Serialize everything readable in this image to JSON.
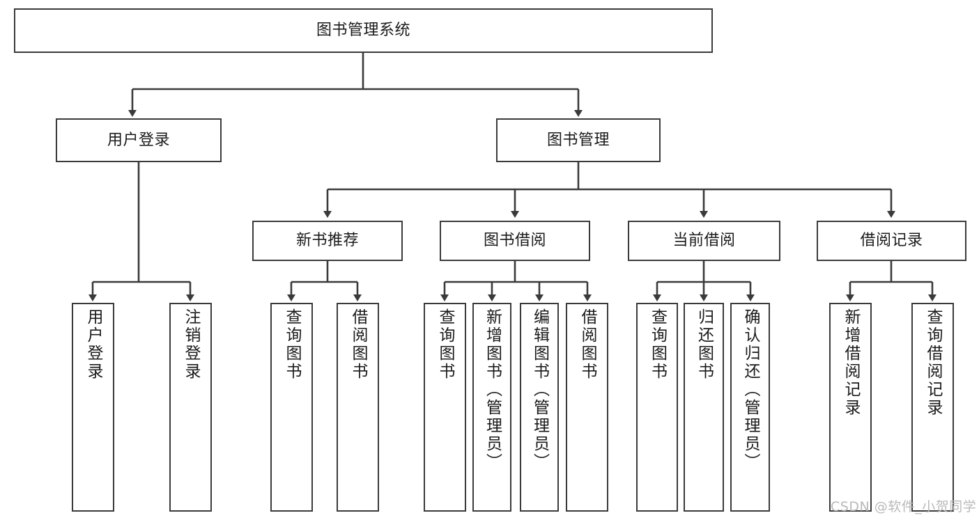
{
  "diagram": {
    "type": "hierarchy-tree",
    "title": "图书管理系统",
    "root": {
      "label": "图书管理系统"
    },
    "level2": [
      {
        "label": "用户登录"
      },
      {
        "label": "图书管理"
      }
    ],
    "level3": [
      {
        "label": "新书推荐"
      },
      {
        "label": "图书借阅"
      },
      {
        "label": "当前借阅"
      },
      {
        "label": "借阅记录"
      }
    ],
    "leaves": {
      "user_login": [
        {
          "label": "用户登录"
        },
        {
          "label": "注销登录"
        }
      ],
      "new_book_recommend": [
        {
          "label": "查询图书"
        },
        {
          "label": "借阅图书"
        }
      ],
      "book_borrow": [
        {
          "label": "查询图书"
        },
        {
          "label": "新增图书（管理员）"
        },
        {
          "label": "编辑图书（管理员）"
        },
        {
          "label": "借阅图书"
        }
      ],
      "current_borrow": [
        {
          "label": "查询图书"
        },
        {
          "label": "归还图书"
        },
        {
          "label": "确认归还（管理员）"
        }
      ],
      "borrow_record": [
        {
          "label": "新增借阅记录"
        },
        {
          "label": "查询借阅记录"
        }
      ]
    }
  },
  "watermark": {
    "text": "CSDN @软件_小贺同学"
  },
  "colors": {
    "stroke": "#3a3a3a",
    "fill": "#ffffff",
    "text": "#1a1a1a",
    "watermark": "#b9b9b9"
  }
}
